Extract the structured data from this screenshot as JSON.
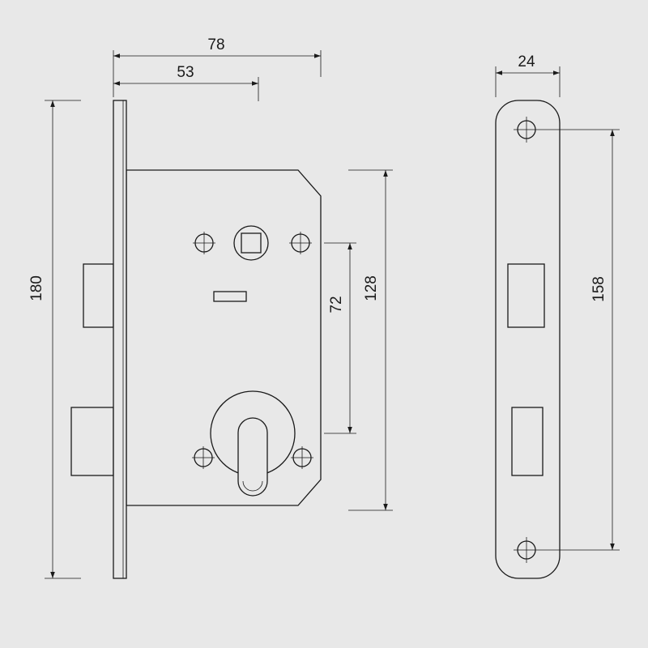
{
  "dimensions": {
    "width_overall": "78",
    "backset": "53",
    "height_overall": "180",
    "case_height": "128",
    "centre_distance": "72",
    "strike_width": "24",
    "strike_screw_spacing": "158"
  },
  "colors": {
    "background": "#e8e8e8",
    "line": "#1a1a1a"
  }
}
